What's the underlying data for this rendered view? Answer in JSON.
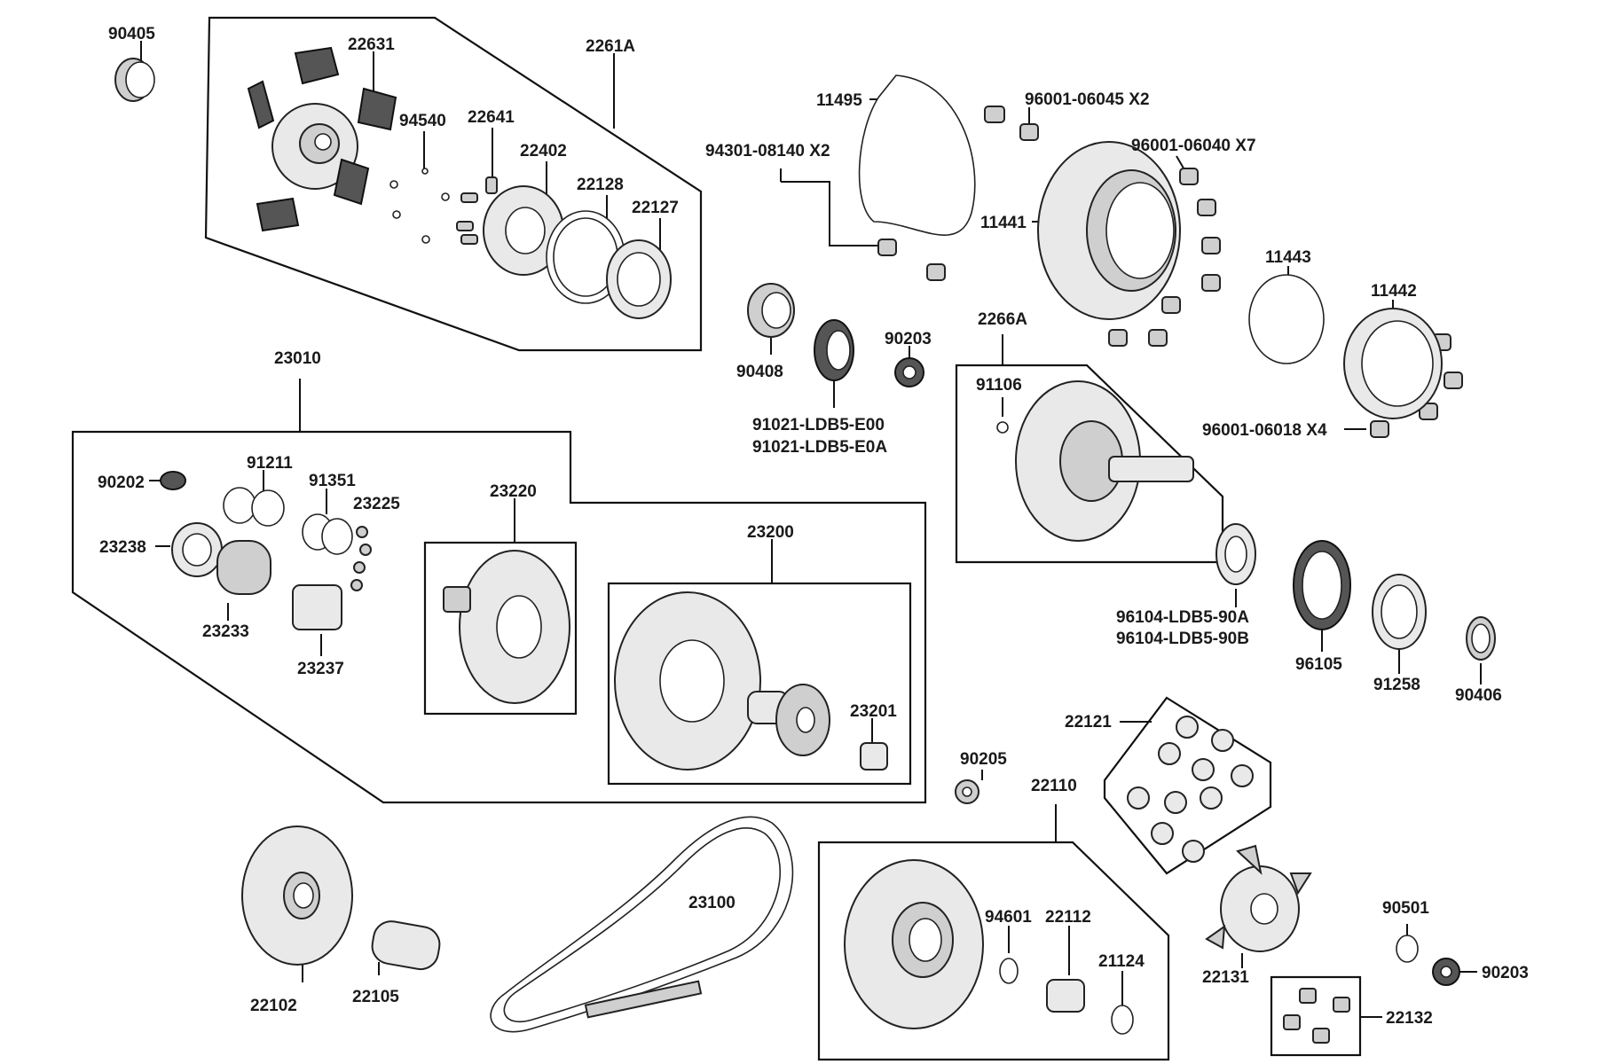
{
  "labels": {
    "p90405": "90405",
    "p22631": "22631",
    "p2261A": "2261A",
    "p94540": "94540",
    "p22641": "22641",
    "p22402": "22402",
    "p22128": "22128",
    "p22127": "22127",
    "p11495": "11495",
    "p96001_06045": "96001-06045 X2",
    "p94301_08140": "94301-08140 X2",
    "p96001_06040": "96001-06040 X7",
    "p11441": "11441",
    "p11443": "11443",
    "p11442": "11442",
    "p90408": "90408",
    "p90203a": "90203",
    "p91021_e00": "91021-LDB5-E00",
    "p91021_e0a": "91021-LDB5-E0A",
    "p2266A": "2266A",
    "p91106": "91106",
    "p96001_06018": "96001-06018 X4",
    "p23010": "23010",
    "p90202": "90202",
    "p91211": "91211",
    "p91351": "91351",
    "p23225": "23225",
    "p23238": "23238",
    "p23233": "23233",
    "p23237": "23237",
    "p23220": "23220",
    "p23200": "23200",
    "p23201": "23201",
    "p96104_90a": "96104-LDB5-90A",
    "p96104_90b": "96104-LDB5-90B",
    "p96105": "96105",
    "p91258": "91258",
    "p90406": "90406",
    "p22121": "22121",
    "p90205": "90205",
    "p22110": "22110",
    "p23100": "23100",
    "p94601": "94601",
    "p22112": "22112",
    "p21124": "21124",
    "p22102": "22102",
    "p22105": "22105",
    "p22131": "22131",
    "p90501": "90501",
    "p90203b": "90203",
    "p22132": "22132"
  }
}
